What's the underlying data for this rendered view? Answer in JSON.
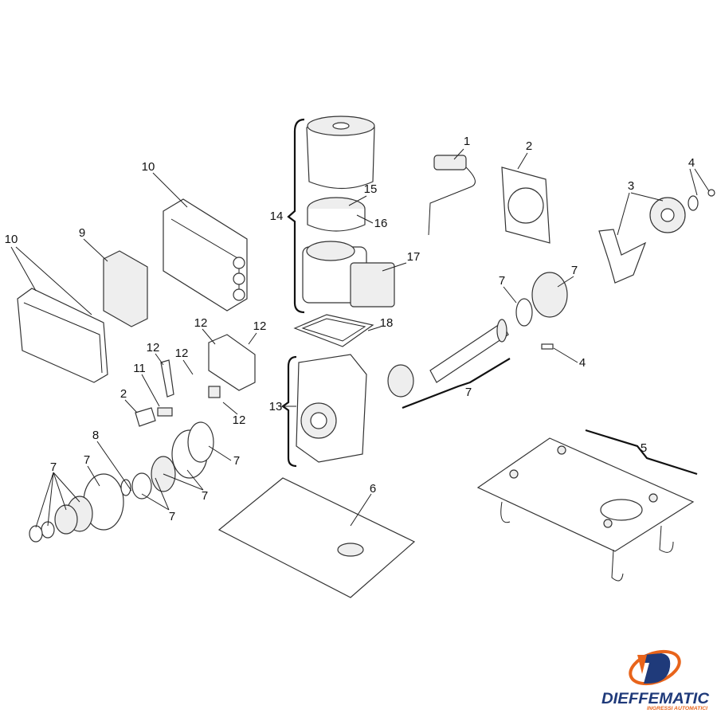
{
  "labels": [
    "1",
    "2",
    "4",
    "3",
    "10",
    "15",
    "14",
    "16",
    "10",
    "9",
    "17",
    "7",
    "7",
    "12",
    "12",
    "18",
    "12",
    "12",
    "11",
    "4",
    "7",
    "2",
    "13",
    "12",
    "8",
    "5",
    "7",
    "7",
    "7",
    "6",
    "7",
    "7"
  ],
  "logo": {
    "brand": "DIEFFEMATIC",
    "tagline": "INGRESSI AUTOMATICI"
  },
  "colors": {
    "brand_blue": "#1f3a7a",
    "brand_orange": "#e8641b"
  }
}
